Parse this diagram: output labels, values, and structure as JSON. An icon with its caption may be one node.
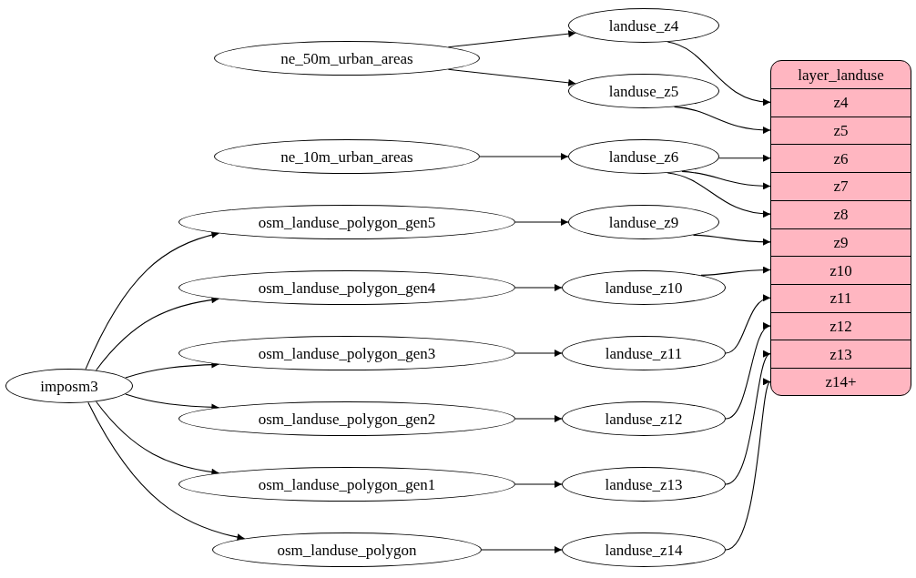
{
  "diagram": {
    "nodes": [
      {
        "text": [
          "ne_50m_urban_areas"
        ]
      },
      {
        "text": [
          "landuse_z4"
        ]
      },
      {
        "text": [
          "landuse_z5"
        ]
      },
      {
        "text": [
          "ne_10m_urban_areas"
        ]
      },
      {
        "text": [
          "landuse_z6"
        ]
      },
      {
        "text": [
          "osm_landuse_polygon_gen5"
        ]
      },
      {
        "text": [
          "landuse_z9"
        ]
      },
      {
        "text": [
          "osm_landuse_polygon_gen4"
        ]
      },
      {
        "text": [
          "landuse_z10"
        ]
      },
      {
        "text": [
          "osm_landuse_polygon_gen3"
        ]
      },
      {
        "text": [
          "landuse_z11"
        ]
      },
      {
        "text": [
          "imposm3"
        ]
      },
      {
        "text": [
          "osm_landuse_polygon_gen2"
        ]
      },
      {
        "text": [
          "landuse_z12"
        ]
      },
      {
        "text": [
          "osm_landuse_polygon_gen1"
        ]
      },
      {
        "text": [
          "landuse_z13"
        ]
      },
      {
        "text": [
          "osm_landuse_polygon"
        ]
      },
      {
        "text": [
          "landuse_z14"
        ]
      },
      {
        "text": [
          "layer_landuse"
        ]
      },
      {
        "text": [
          "z4"
        ],
        "in": 18
      },
      {
        "text": [
          "z5"
        ],
        "in": 18
      },
      {
        "text": [
          "z6"
        ],
        "in": 18
      },
      {
        "text": [
          "z7"
        ],
        "in": 18
      },
      {
        "text": [
          "z8"
        ],
        "in": 18
      },
      {
        "text": [
          "z9"
        ],
        "in": 18
      },
      {
        "text": [
          "z10"
        ],
        "in": 18
      },
      {
        "text": [
          "z11"
        ],
        "in": 18
      },
      {
        "text": [
          "z12"
        ],
        "in": 18
      },
      {
        "text": [
          "z13"
        ],
        "in": 18
      },
      {
        "text": [
          "z14+"
        ],
        "in": 18
      }
    ],
    "edges": [
      {
        "from": 0,
        "to": 1,
        "arrow": "to"
      },
      {
        "from": 0,
        "to": 2,
        "arrow": "to"
      },
      {
        "from": 3,
        "to": 4,
        "arrow": "to"
      },
      {
        "from": 5,
        "to": 6,
        "arrow": "to"
      },
      {
        "from": 7,
        "to": 8,
        "arrow": "to"
      },
      {
        "from": 9,
        "to": 10,
        "arrow": "to"
      },
      {
        "from": 12,
        "to": 13,
        "arrow": "to"
      },
      {
        "from": 14,
        "to": 15,
        "arrow": "to"
      },
      {
        "from": 16,
        "to": 17,
        "arrow": "to"
      },
      {
        "from": 11,
        "to": 5,
        "arrow": "to"
      },
      {
        "from": 11,
        "to": 7,
        "arrow": "to"
      },
      {
        "from": 11,
        "to": 9,
        "arrow": "to"
      },
      {
        "from": 11,
        "to": 12,
        "arrow": "to"
      },
      {
        "from": 11,
        "to": 14,
        "arrow": "to"
      },
      {
        "from": 11,
        "to": 16,
        "arrow": "to"
      },
      {
        "from": 1,
        "to": 19,
        "arrow": "to"
      },
      {
        "from": 2,
        "to": 20,
        "arrow": "to"
      },
      {
        "from": 4,
        "to": 21,
        "arrow": "to"
      },
      {
        "from": 4,
        "to": 22,
        "arrow": "to"
      },
      {
        "from": 4,
        "to": 23,
        "arrow": "to"
      },
      {
        "from": 6,
        "to": 24,
        "arrow": "to"
      },
      {
        "from": 8,
        "to": 25,
        "arrow": "to"
      },
      {
        "from": 10,
        "to": 26,
        "arrow": "to"
      },
      {
        "from": 13,
        "to": 27,
        "arrow": "to"
      },
      {
        "from": 15,
        "to": 28,
        "arrow": "to"
      },
      {
        "from": 17,
        "to": 29,
        "arrow": "to"
      }
    ]
  }
}
